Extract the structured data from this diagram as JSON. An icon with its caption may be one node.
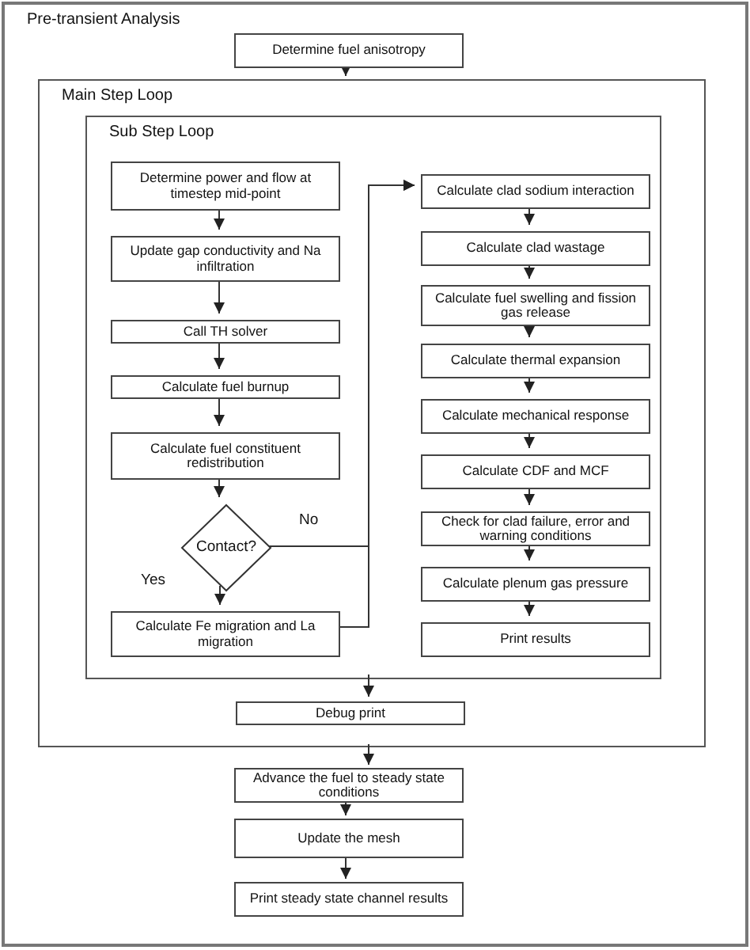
{
  "diagram": {
    "nodes": [
      {
        "text": [
          "Pre-transient Analysis"
        ]
      },
      {
        "text": [
          "Determine fuel anisotropy"
        ],
        "in": 0
      },
      {
        "text": [
          "Main Step Loop"
        ],
        "in": 0
      },
      {
        "text": [
          "Sub Step Loop"
        ],
        "in": 2
      },
      {
        "text": [
          "Determine power and flow at timestep mid-point"
        ],
        "in": 3
      },
      {
        "text": [
          "Update gap conductivity and Na infiltration"
        ],
        "in": 3
      },
      {
        "text": [
          "Call TH solver"
        ],
        "in": 3
      },
      {
        "text": [
          "Calculate fuel burnup"
        ],
        "in": 3
      },
      {
        "text": [
          "Calculate fuel constituent redistribution"
        ],
        "in": 3
      },
      {
        "text": [
          "Contact?"
        ],
        "in": 3
      },
      {
        "text": [
          "Calculate Fe migration and La migration"
        ],
        "in": 3
      },
      {
        "text": [
          "Calculate clad sodium interaction"
        ],
        "in": 3
      },
      {
        "text": [
          "Calculate clad wastage"
        ],
        "in": 3
      },
      {
        "text": [
          "Calculate fuel swelling and fission gas release"
        ],
        "in": 3
      },
      {
        "text": [
          "Calculate thermal expansion"
        ],
        "in": 3
      },
      {
        "text": [
          "Calculate mechanical response"
        ],
        "in": 3
      },
      {
        "text": [
          "Calculate CDF and MCF"
        ],
        "in": 3
      },
      {
        "text": [
          "Check for clad failure, error and warning conditions"
        ],
        "in": 3
      },
      {
        "text": [
          "Calculate plenum gas pressure"
        ],
        "in": 3
      },
      {
        "text": [
          "Print results"
        ],
        "in": 3
      },
      {
        "text": [
          "Debug print"
        ],
        "in": 2
      },
      {
        "text": [
          "Advance the fuel to steady state conditions"
        ],
        "in": 0
      },
      {
        "text": [
          "Update the mesh"
        ],
        "in": 0
      },
      {
        "text": [
          "Print steady state channel results"
        ],
        "in": 0
      }
    ],
    "edges": [
      {
        "from": 1,
        "to": 2,
        "arrow": "to"
      },
      {
        "from": 4,
        "to": 5,
        "arrow": "to"
      },
      {
        "from": 5,
        "to": 6,
        "arrow": "to"
      },
      {
        "from": 6,
        "to": 7,
        "arrow": "to"
      },
      {
        "from": 7,
        "to": 8,
        "arrow": "to"
      },
      {
        "from": 8,
        "to": 9,
        "arrow": "to"
      },
      {
        "from": 9,
        "to": 10,
        "arrow": "to",
        "label": "Yes"
      },
      {
        "from": 9,
        "to": 11,
        "arrow": "to",
        "label": "No"
      },
      {
        "from": 10,
        "to": 11,
        "arrow": "to"
      },
      {
        "from": 11,
        "to": 12,
        "arrow": "to"
      },
      {
        "from": 12,
        "to": 13,
        "arrow": "to"
      },
      {
        "from": 13,
        "to": 14,
        "arrow": "to"
      },
      {
        "from": 14,
        "to": 15,
        "arrow": "to"
      },
      {
        "from": 15,
        "to": 16,
        "arrow": "to"
      },
      {
        "from": 16,
        "to": 17,
        "arrow": "to"
      },
      {
        "from": 17,
        "to": 18,
        "arrow": "to"
      },
      {
        "from": 18,
        "to": 19,
        "arrow": "to"
      },
      {
        "from": 3,
        "to": 20,
        "arrow": "to"
      },
      {
        "from": 2,
        "to": 21,
        "arrow": "to"
      },
      {
        "from": 21,
        "to": 22,
        "arrow": "to"
      },
      {
        "from": 22,
        "to": 23,
        "arrow": "to"
      }
    ]
  }
}
